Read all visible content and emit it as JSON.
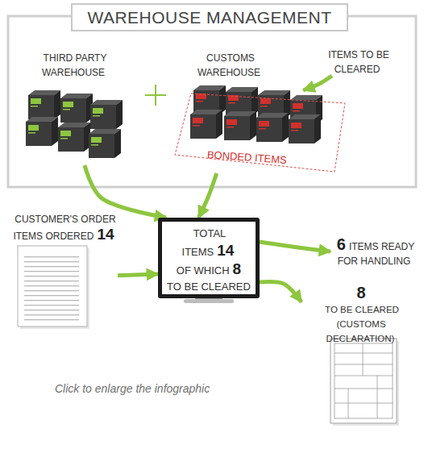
{
  "diagram": {
    "title": "WAREHOUSE MANAGEMENT",
    "nodes": [
      {
        "text": [
          "THIRD PARTY WAREHOUSE"
        ]
      },
      {
        "text": [
          "CUSTOMS WAREHOUSE"
        ]
      },
      {
        "text": [
          "ITEMS TO BE CLEARED"
        ]
      },
      {
        "text": [
          "BONDED ITEMS"
        ],
        "in": 1
      },
      {
        "text": [
          "CUSTOMER'S ORDER ITEMS ORDERED",
          "14"
        ]
      },
      {
        "text": [
          "TOTAL ITEMS",
          "14",
          "OF WHICH",
          "8",
          "TO BE CLEARED"
        ]
      },
      {
        "text": [
          "6",
          "ITEMS READY FOR HANDLING"
        ]
      },
      {
        "text": [
          "8",
          "TO BE CLEARED (CUSTOMS DECLARATION)"
        ]
      }
    ],
    "edges": [
      {
        "from": 0,
        "to": 5,
        "arrow": "to"
      },
      {
        "from": 3,
        "to": 5,
        "arrow": "to"
      },
      {
        "from": 2,
        "to": 3,
        "arrow": "to"
      },
      {
        "from": 4,
        "to": 5,
        "arrow": "to"
      },
      {
        "from": 5,
        "to": 6,
        "arrow": "to"
      },
      {
        "from": 5,
        "to": 7,
        "arrow": "to"
      }
    ],
    "labels": [
      "Click to enlarge the infographic"
    ]
  }
}
